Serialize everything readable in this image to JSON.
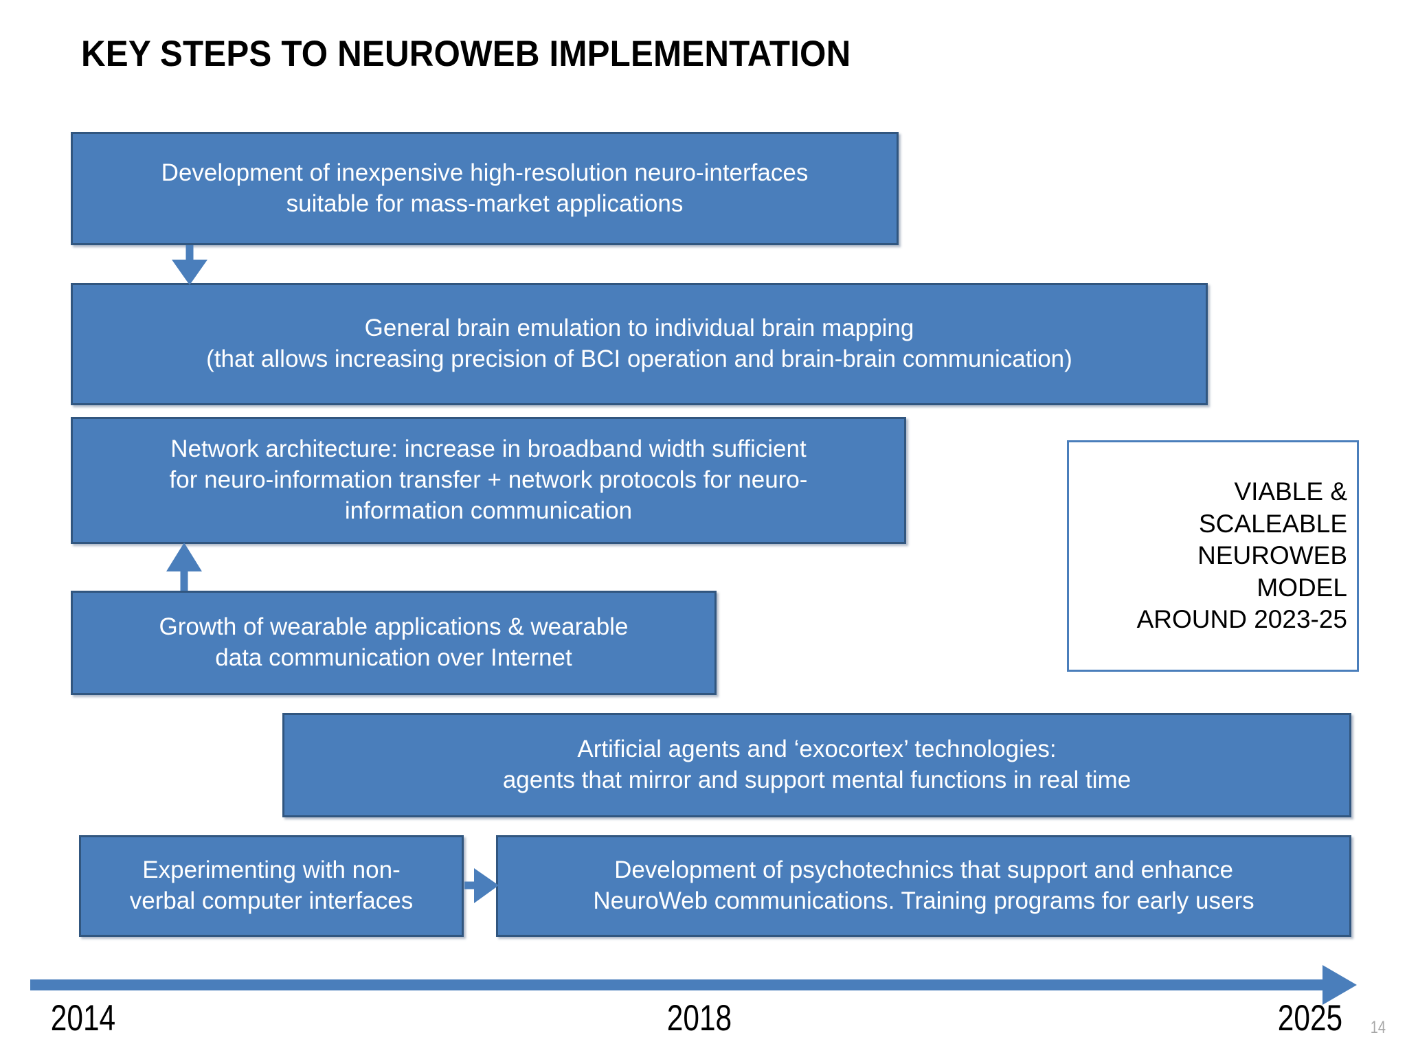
{
  "slide": {
    "title": "KEY STEPS TO NEUROWEB IMPLEMENTATION",
    "page_number": "14",
    "accent_color": "#4a7ebb",
    "box_fill_color": "#4a7ebb",
    "box_border_color": "#31567f",
    "box_text_color": "#ffffff",
    "callout_border_color": "#4a7ebb",
    "title_color": "#000000",
    "page_number_color": "#a6a6a6"
  },
  "steps": [
    {
      "id": "neuro-interfaces",
      "line1": "Development of inexpensive high-resolution neuro-interfaces",
      "line2": "suitable for mass-market applications"
    },
    {
      "id": "brain-emulation",
      "line1": "General brain emulation to individual brain mapping",
      "line2": "(that allows increasing precision of BCI operation and brain-brain communication)"
    },
    {
      "id": "network-architecture",
      "line1": "Network architecture: increase in broadband width sufficient",
      "line2": "for neuro-information transfer + network protocols for neuro-",
      "line3": "information communication"
    },
    {
      "id": "wearables",
      "line1": "Growth of wearable applications & wearable",
      "line2": "data communication over Internet"
    },
    {
      "id": "exocortex",
      "line1": "Artificial agents and ‘exocortex’ technologies:",
      "line2": "agents that mirror and support mental functions in real time"
    },
    {
      "id": "non-verbal-interfaces",
      "line1": "Experimenting with non-",
      "line2": "verbal computer interfaces"
    },
    {
      "id": "psychotechnics",
      "line1": "Development of psychotechnics that support and enhance",
      "line2": "NeuroWeb communications. Training programs for early users"
    }
  ],
  "callout": {
    "line1": "VIABLE &",
    "line2": "SCALEABLE",
    "line3": "NEUROWEB",
    "line4": "MODEL",
    "line5": "AROUND 2023-25"
  },
  "timeline": {
    "years": [
      "2014",
      "2018",
      "2025"
    ],
    "arrow_color": "#4a7ebb"
  },
  "connectors": [
    {
      "id": "arrow-down-interfaces-to-emulation",
      "direction": "down"
    },
    {
      "id": "arrow-up-wearables-to-network",
      "direction": "up"
    },
    {
      "id": "arrow-right-nonverbal-to-psychotechnics",
      "direction": "right"
    },
    {
      "id": "timeline-arrow-right",
      "direction": "right"
    }
  ]
}
